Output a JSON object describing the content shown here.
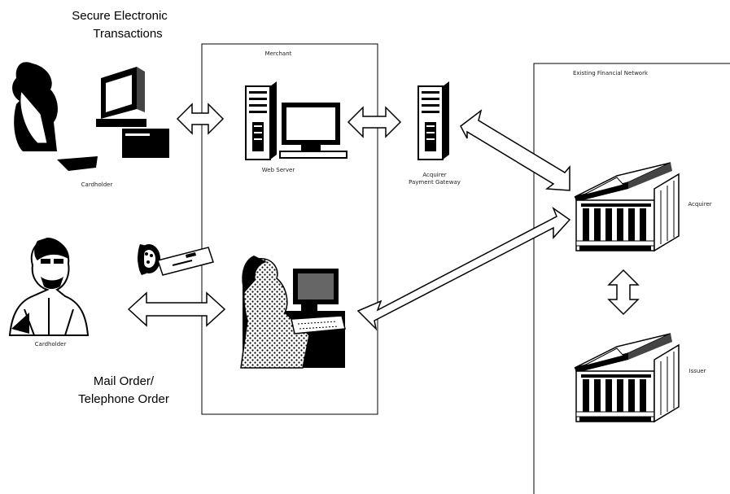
{
  "heading_secure": [
    "Secure Electronic",
    "Transactions"
  ],
  "heading_mail": [
    "Mail Order/",
    "Telephone Order"
  ],
  "merchant_box_label": "Merchant",
  "financial_box_label": "Existing Financial Network",
  "web_server_label": "Web Server",
  "gateway_label": [
    "Acquirer",
    "Payment Gateway"
  ],
  "cardholder_top_label": "Cardholder",
  "cardholder_bottom_label": "Cardholder",
  "acquirer_label": "Acquirer",
  "issuer_label": "Issuer",
  "icons": {
    "cardholder_computer": "person-at-computer-icon",
    "cardholder_phone": "person-on-phone-icon",
    "web_server": "server-and-monitor-icon",
    "gateway": "server-tower-icon",
    "clerk": "clerk-at-terminal-icon",
    "envelope": "envelope-icon",
    "phone": "telephone-icon",
    "bank": "bank-building-icon"
  }
}
